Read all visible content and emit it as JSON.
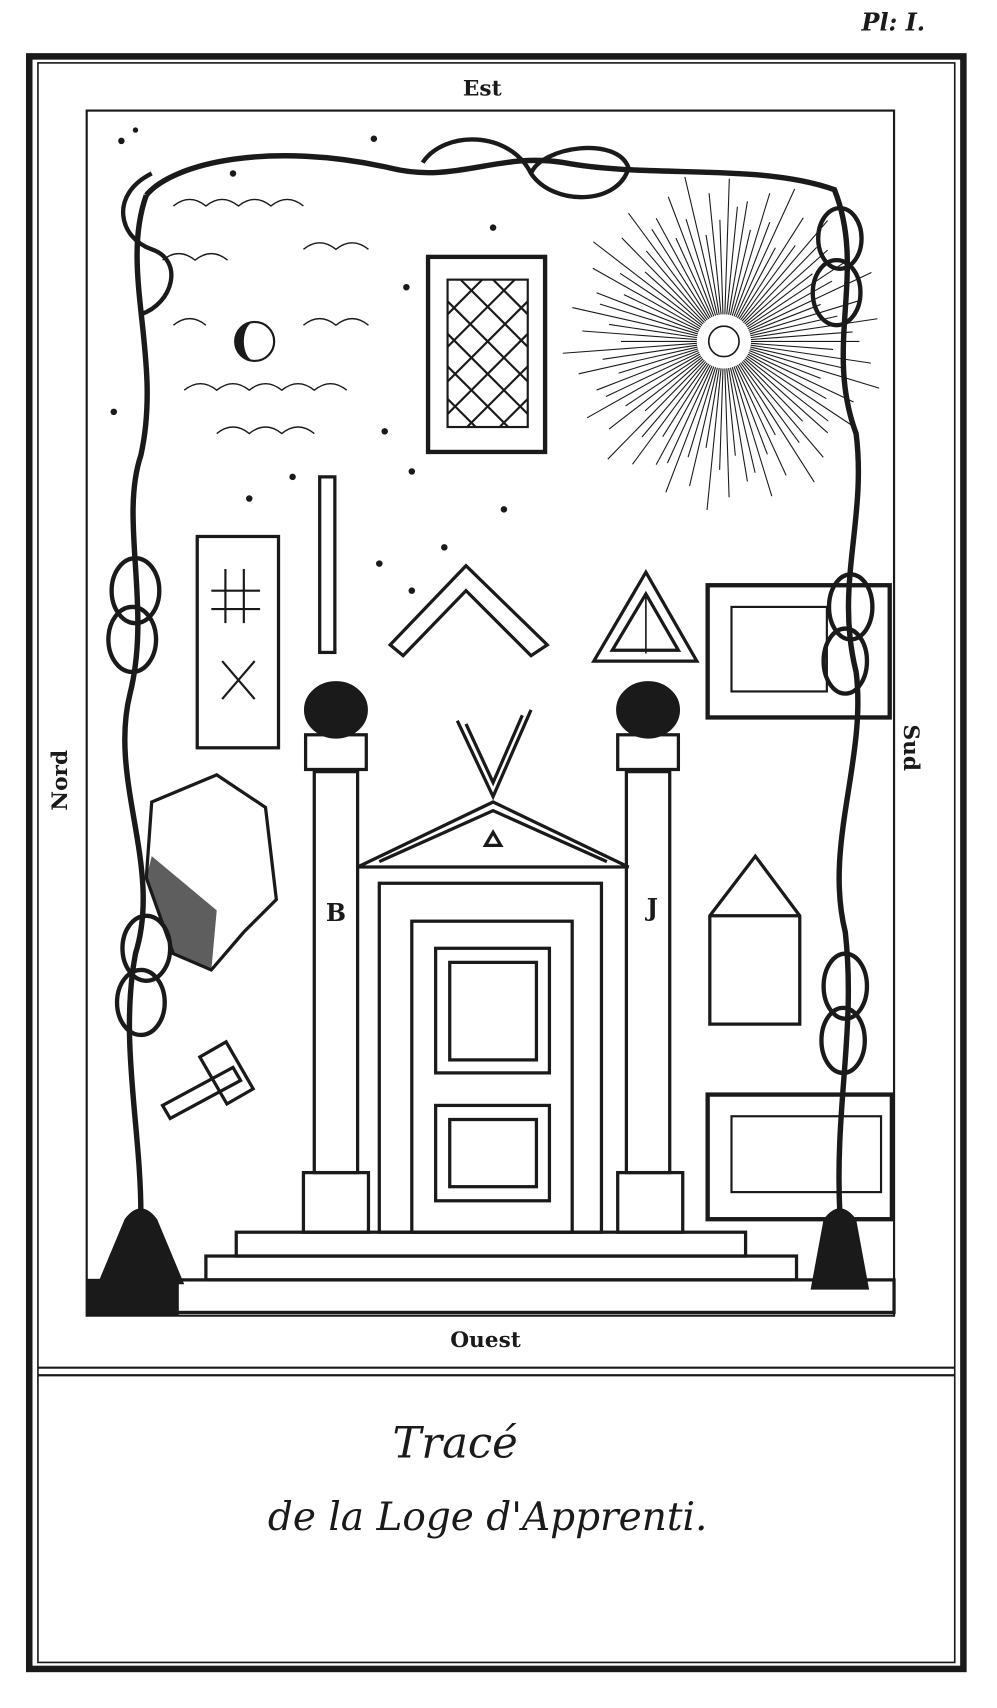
{
  "plate": {
    "number_label": "Pl: I."
  },
  "compass": {
    "east": "Est",
    "west": "Ouest",
    "north": "Nord",
    "south": "Sud"
  },
  "pillars": {
    "left": "B",
    "right": "J"
  },
  "caption": {
    "line1": "Tracé",
    "line2": "de la Loge d'Apprenti."
  },
  "colors": {
    "ink": "#1a1a1a",
    "paper": "#ffffff"
  }
}
